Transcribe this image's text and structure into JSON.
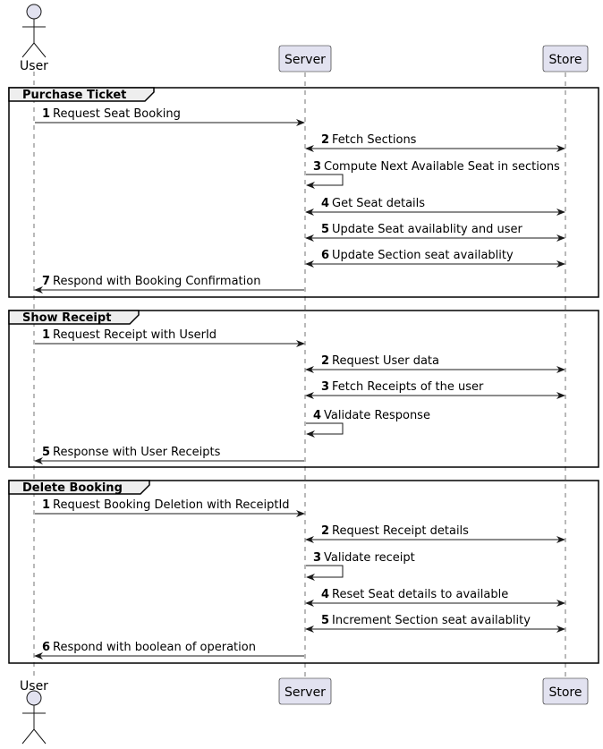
{
  "participants": [
    {
      "id": "user",
      "label": "User",
      "kind": "actor"
    },
    {
      "id": "server",
      "label": "Server",
      "kind": "box"
    },
    {
      "id": "store",
      "label": "Store",
      "kind": "box"
    }
  ],
  "groups": [
    {
      "title": "Purchase Ticket",
      "messages": [
        {
          "num": "1",
          "text": "Request Seat Booking",
          "from": "user",
          "to": "server",
          "style": "right"
        },
        {
          "num": "2",
          "text": "Fetch Sections",
          "from": "server",
          "to": "store",
          "style": "both"
        },
        {
          "num": "3",
          "text": "Compute Next Available Seat in sections",
          "from": "server",
          "to": "server",
          "style": "self"
        },
        {
          "num": "4",
          "text": "Get Seat details",
          "from": "server",
          "to": "store",
          "style": "both"
        },
        {
          "num": "5",
          "text": "Update Seat availablity and user",
          "from": "server",
          "to": "store",
          "style": "both"
        },
        {
          "num": "6",
          "text": "Update Section seat availablity",
          "from": "server",
          "to": "store",
          "style": "both"
        },
        {
          "num": "7",
          "text": "Respond with Booking Confirmation",
          "from": "server",
          "to": "user",
          "style": "left"
        }
      ]
    },
    {
      "title": "Show Receipt",
      "messages": [
        {
          "num": "1",
          "text": "Request Receipt with UserId",
          "from": "user",
          "to": "server",
          "style": "right"
        },
        {
          "num": "2",
          "text": "Request User data",
          "from": "server",
          "to": "store",
          "style": "both"
        },
        {
          "num": "3",
          "text": "Fetch Receipts of the user",
          "from": "server",
          "to": "store",
          "style": "both"
        },
        {
          "num": "4",
          "text": "Validate Response",
          "from": "server",
          "to": "server",
          "style": "self"
        },
        {
          "num": "5",
          "text": "Response with User Receipts",
          "from": "server",
          "to": "user",
          "style": "left"
        }
      ]
    },
    {
      "title": "Delete Booking",
      "messages": [
        {
          "num": "1",
          "text": "Request Booking Deletion with ReceiptId",
          "from": "user",
          "to": "server",
          "style": "right"
        },
        {
          "num": "2",
          "text": "Request Receipt details",
          "from": "server",
          "to": "store",
          "style": "both"
        },
        {
          "num": "3",
          "text": "Validate receipt",
          "from": "server",
          "to": "server",
          "style": "self"
        },
        {
          "num": "4",
          "text": "Reset Seat details to available",
          "from": "server",
          "to": "store",
          "style": "both"
        },
        {
          "num": "5",
          "text": "Increment Section seat availablity",
          "from": "server",
          "to": "store",
          "style": "both"
        },
        {
          "num": "6",
          "text": "Respond with boolean of operation",
          "from": "server",
          "to": "user",
          "style": "left"
        }
      ]
    }
  ],
  "colors": {
    "participant_fill": "#E2E2F0",
    "participant_stroke": "#181818",
    "group_header_fill": "#EEEEEE",
    "line": "#181818",
    "lifeline": "#181818"
  }
}
